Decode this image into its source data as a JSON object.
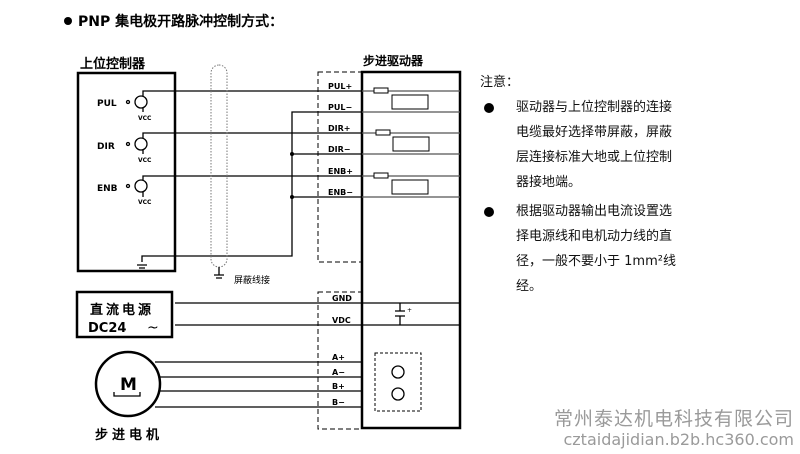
{
  "title": "PNP 集电极开路脉冲控制方式：",
  "controller": {
    "label": "上位控制器",
    "signals": [
      "PUL",
      "DIR",
      "ENB"
    ],
    "vcc": "VCC"
  },
  "driver": {
    "label": "步进驱动器",
    "terminals": [
      "PUL+",
      "PUL−",
      "DIR+",
      "DIR−",
      "ENB+",
      "ENB−"
    ],
    "power_terminals": [
      "GND",
      "VDC"
    ],
    "motor_terminals": [
      "A+",
      "A−",
      "B+",
      "B−"
    ]
  },
  "shield_label": "屏蔽线接",
  "power": {
    "line1": "直流电源",
    "line2": "DC24",
    "symbol": "~"
  },
  "motor": {
    "symbol": "M",
    "label": "步进电机"
  },
  "notes": {
    "heading": "注意：",
    "items": [
      "驱动器与上位控制器的连接电缆最好选择带屏蔽，屏蔽层连接标准大地或上位控制器接地端。",
      "根据驱动器输出电流设置选择电源线和电机动力线的直径，一般不要小于 1mm²线经。"
    ]
  },
  "watermark": {
    "company": "常州泰达机电科技有限公司",
    "url": "cztaidajidian.b2b.hc360.com"
  }
}
